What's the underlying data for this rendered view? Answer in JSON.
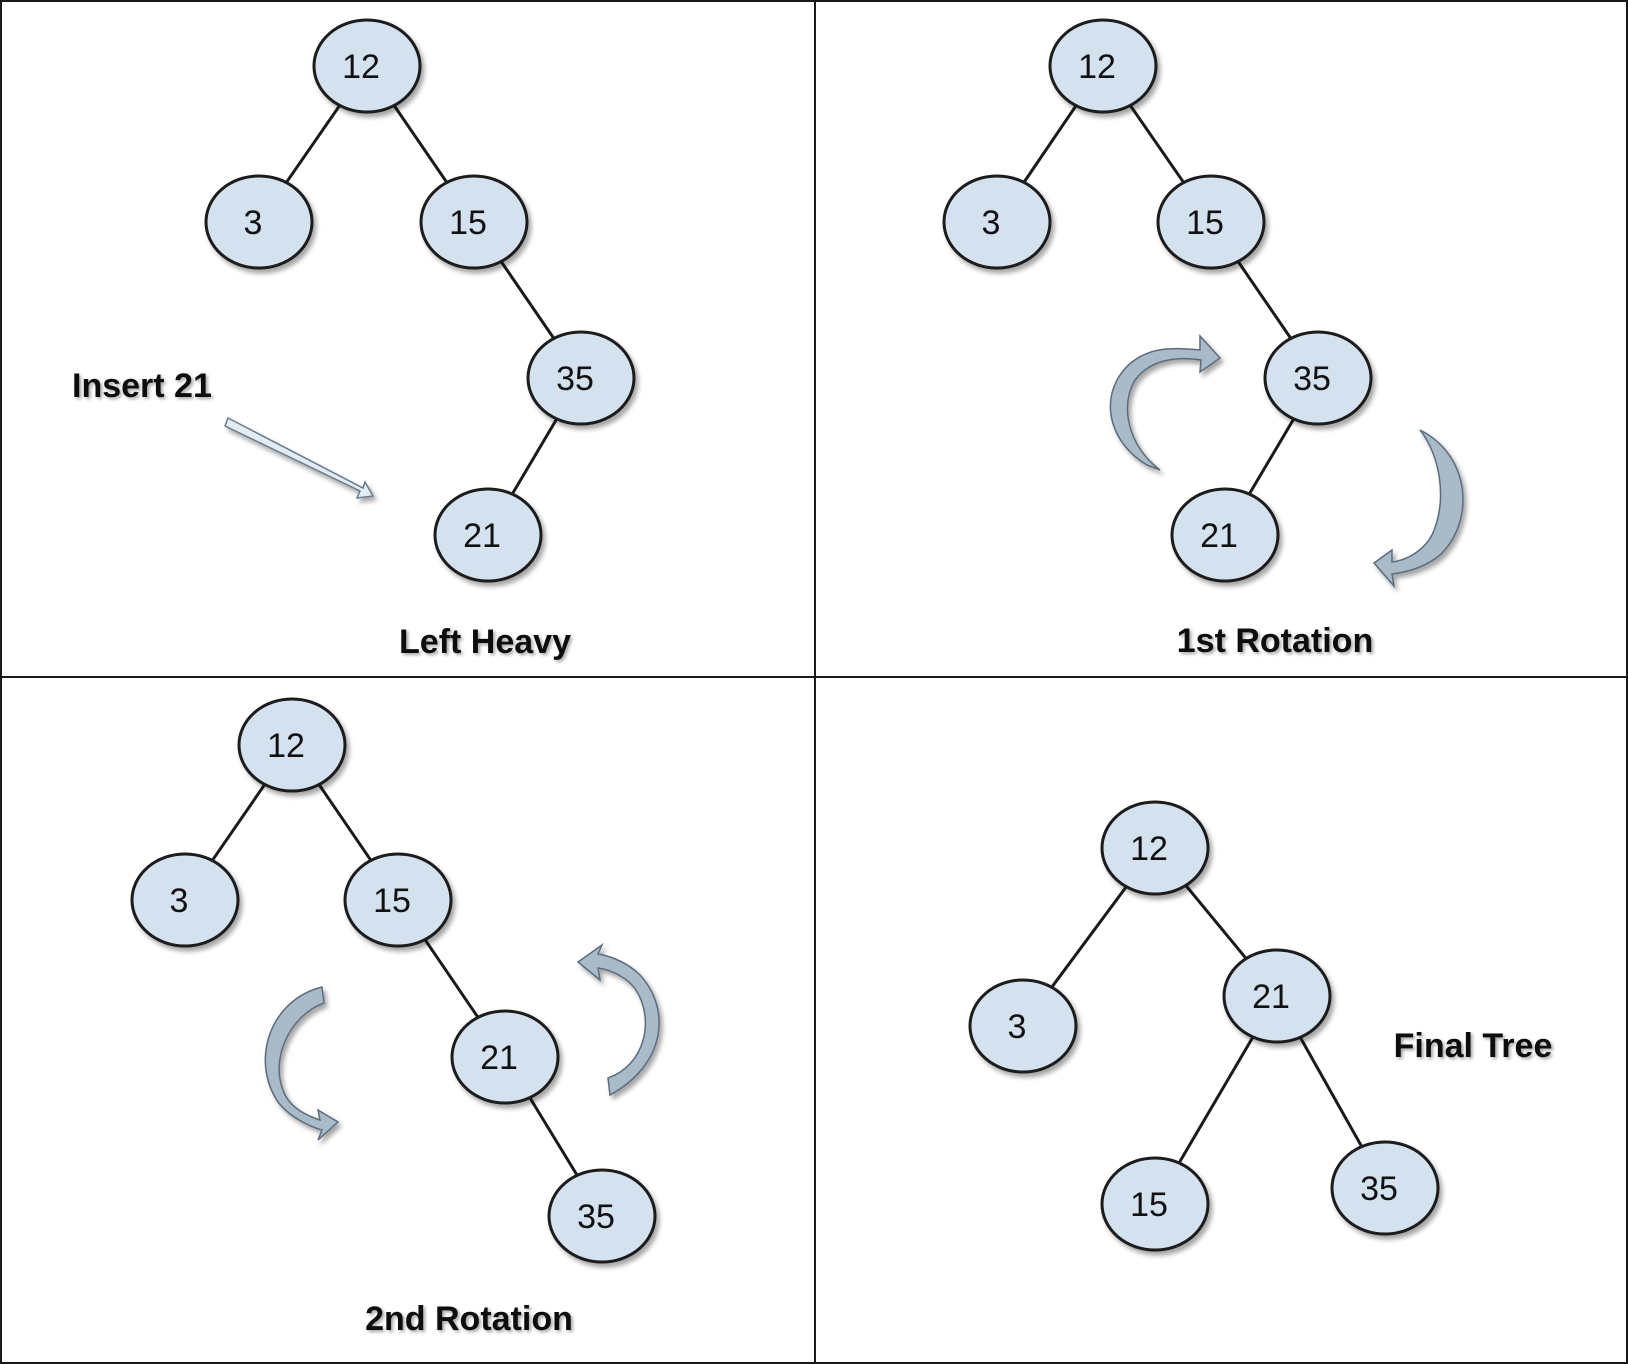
{
  "colors": {
    "node_fill": "#d4e2f0",
    "node_stroke": "#1a1a1a",
    "edge": "#1a1a1a",
    "frame": "#1a1a1a",
    "arrow_fill_light": "#e2ecf5",
    "arrow_fill_dark": "#a9bac9"
  },
  "panels": [
    {
      "caption": "Left Heavy",
      "annotation": "Insert 21",
      "nodes": [
        {
          "id": "n12",
          "label": "12"
        },
        {
          "id": "n3",
          "label": "3"
        },
        {
          "id": "n15",
          "label": "15"
        },
        {
          "id": "n35",
          "label": "35"
        },
        {
          "id": "n21",
          "label": "21"
        }
      ],
      "edges": [
        [
          "n12",
          "n3"
        ],
        [
          "n12",
          "n15"
        ],
        [
          "n15",
          "n35"
        ],
        [
          "n35",
          "n21"
        ]
      ]
    },
    {
      "caption": "1st Rotation",
      "nodes": [
        {
          "id": "n12",
          "label": "12"
        },
        {
          "id": "n3",
          "label": "3"
        },
        {
          "id": "n15",
          "label": "15"
        },
        {
          "id": "n35",
          "label": "35"
        },
        {
          "id": "n21",
          "label": "21"
        }
      ],
      "edges": [
        [
          "n12",
          "n3"
        ],
        [
          "n12",
          "n15"
        ],
        [
          "n15",
          "n35"
        ],
        [
          "n35",
          "n21"
        ]
      ]
    },
    {
      "caption": "2nd Rotation",
      "nodes": [
        {
          "id": "n12",
          "label": "12"
        },
        {
          "id": "n3",
          "label": "3"
        },
        {
          "id": "n15",
          "label": "15"
        },
        {
          "id": "n21",
          "label": "21"
        },
        {
          "id": "n35",
          "label": "35"
        }
      ],
      "edges": [
        [
          "n12",
          "n3"
        ],
        [
          "n12",
          "n15"
        ],
        [
          "n15",
          "n21"
        ],
        [
          "n21",
          "n35"
        ]
      ]
    },
    {
      "caption": "Final Tree",
      "nodes": [
        {
          "id": "n12",
          "label": "12"
        },
        {
          "id": "n3",
          "label": "3"
        },
        {
          "id": "n21",
          "label": "21"
        },
        {
          "id": "n15",
          "label": "15"
        },
        {
          "id": "n35",
          "label": "35"
        }
      ],
      "edges": [
        [
          "n12",
          "n3"
        ],
        [
          "n12",
          "n21"
        ],
        [
          "n21",
          "n15"
        ],
        [
          "n21",
          "n35"
        ]
      ]
    }
  ]
}
